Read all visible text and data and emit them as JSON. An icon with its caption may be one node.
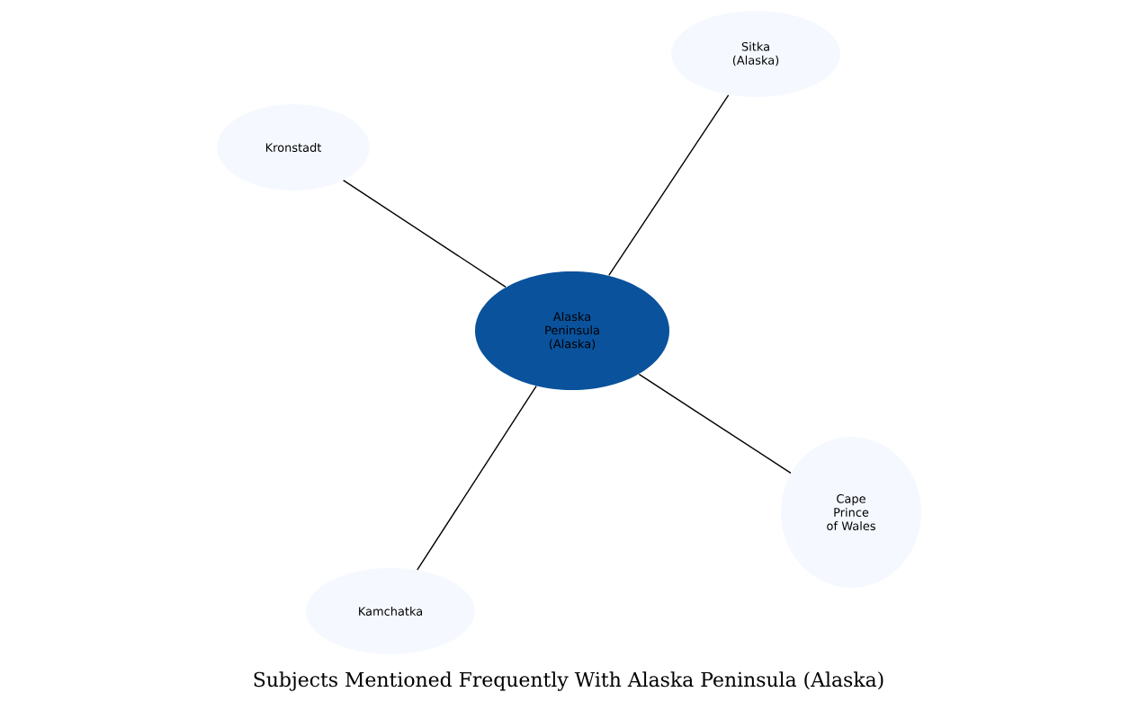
{
  "diagram": {
    "title": "Subjects Mentioned Frequently With Alaska Peninsula (Alaska)",
    "nodes": [
      {
        "text": [
          "Alaska Peninsula (Alaska)"
        ]
      },
      {
        "text": [
          "Sitka (Alaska)"
        ]
      },
      {
        "text": [
          "Kronstadt"
        ]
      },
      {
        "text": [
          "Cape Prince of Wales"
        ]
      },
      {
        "text": [
          "Kamchatka"
        ]
      }
    ],
    "edges": [
      {
        "from": 0,
        "to": 1,
        "arrow": "none"
      },
      {
        "from": 0,
        "to": 2,
        "arrow": "none"
      },
      {
        "from": 0,
        "to": 3,
        "arrow": "none"
      },
      {
        "from": 0,
        "to": 4,
        "arrow": "none"
      }
    ]
  }
}
